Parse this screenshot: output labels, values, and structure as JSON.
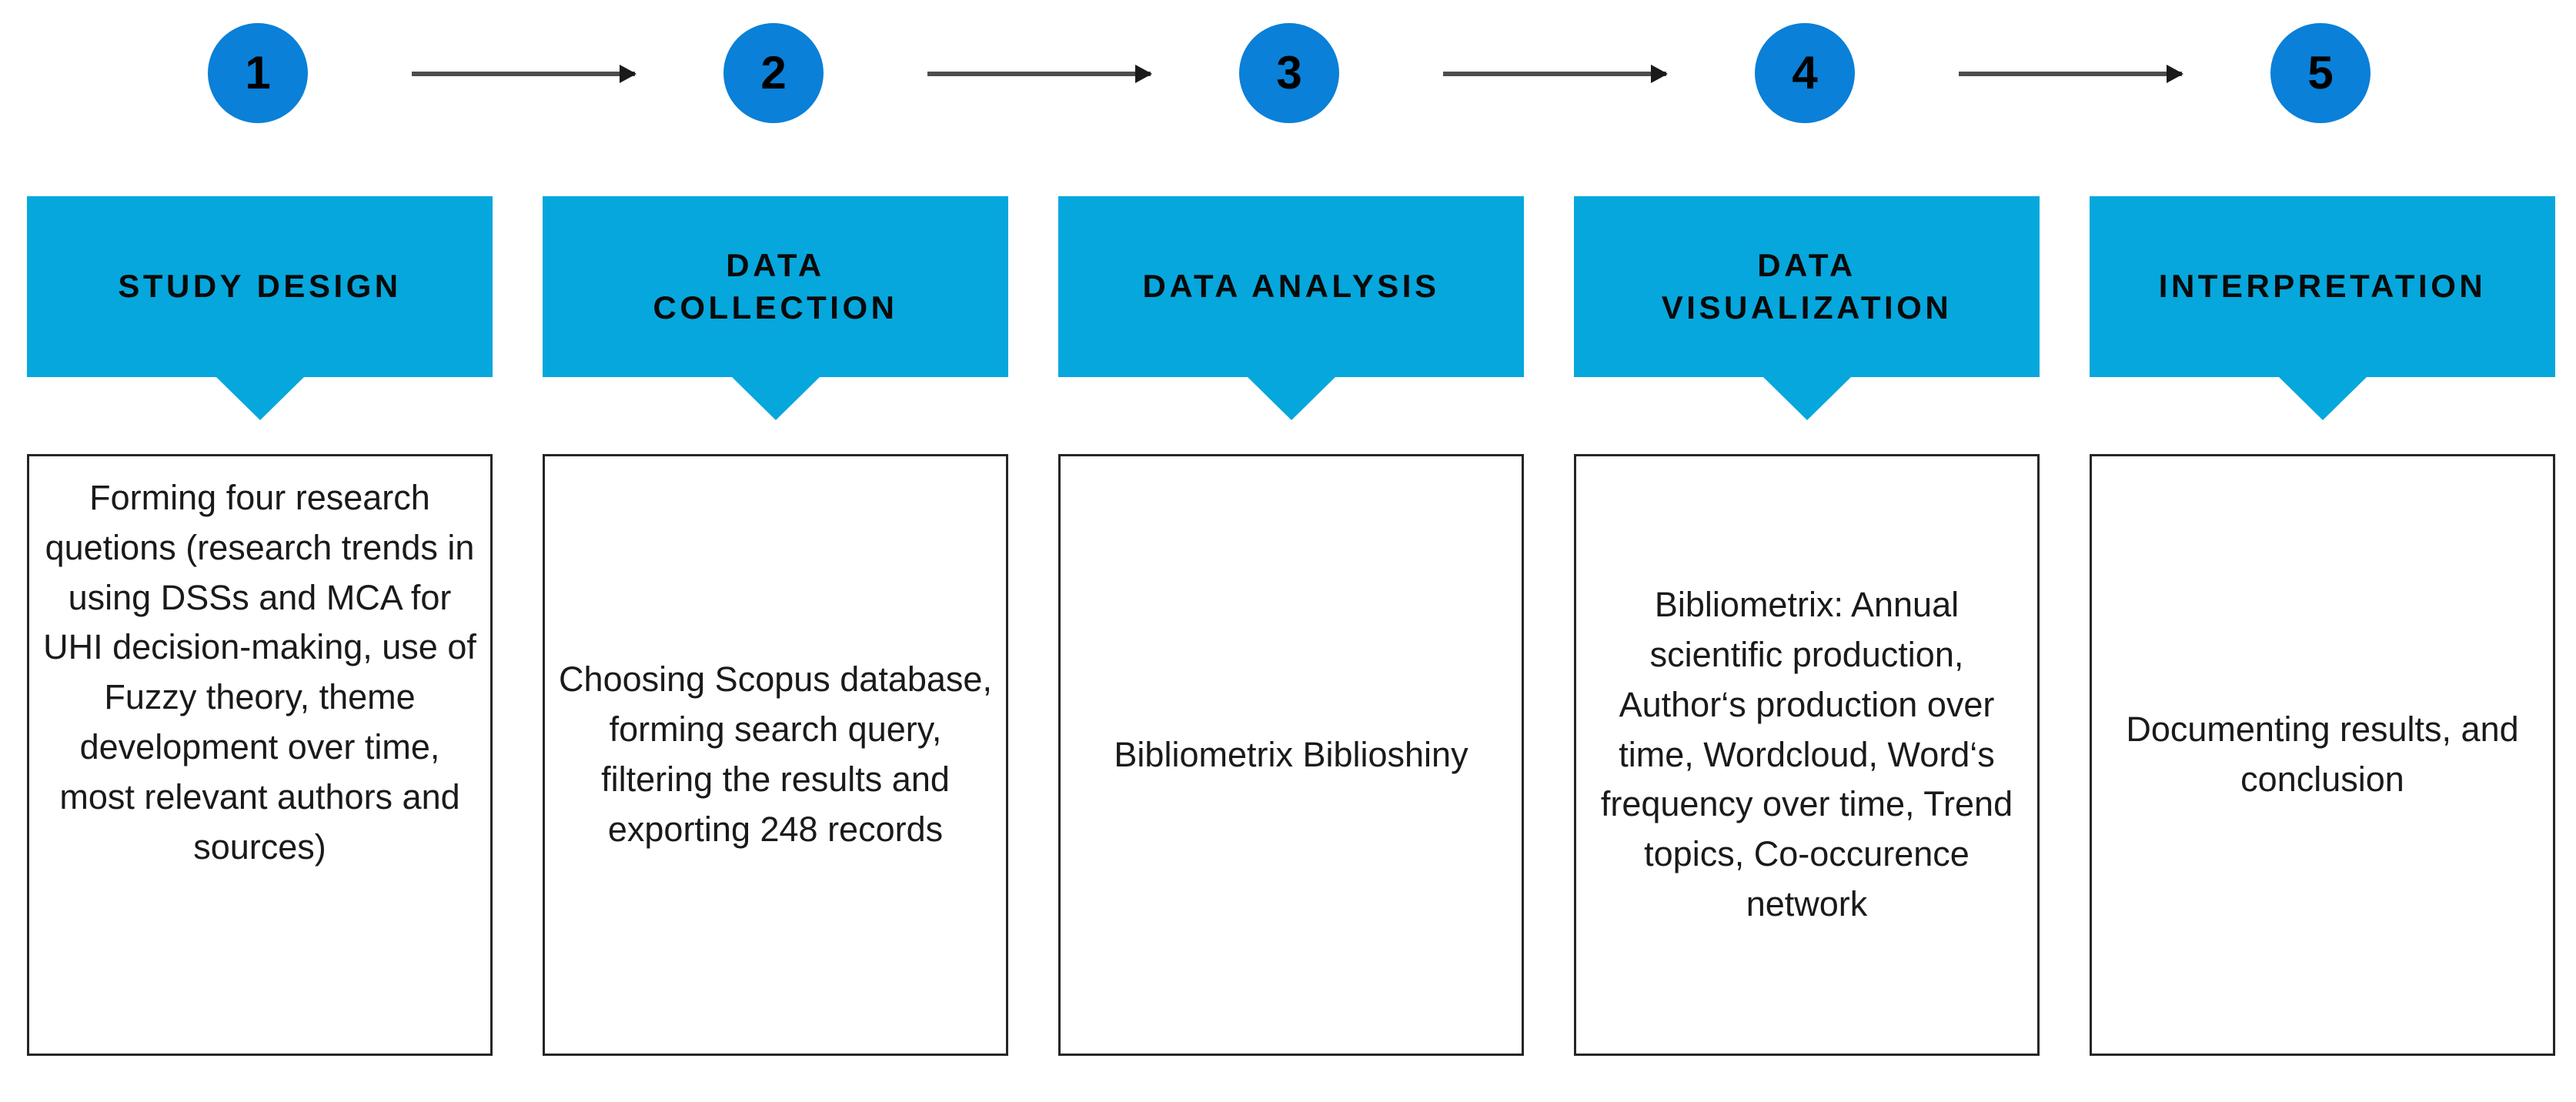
{
  "diagram": {
    "title": "Research methodology process flow",
    "colors": {
      "circle_blue": "#0a80d8",
      "banner_cyan": "#06a7dd",
      "arrow_gray": "#4d4d4d",
      "box_border": "#262626",
      "text_black": "#1a1a1a",
      "background": "#ffffff"
    }
  },
  "steps": [
    {
      "number": "1",
      "banner_label": "STUDY DESIGN",
      "description": "Forming four research quetions (research trends in using DSSs and MCA for UHI decision-making, use of Fuzzy theory, theme development over time,  most relevant authors and sources)"
    },
    {
      "number": "2",
      "banner_label": "DATA\nCOLLECTION",
      "description": "Choosing Scopus database, forming search query, filtering the results and exporting 248 records"
    },
    {
      "number": "3",
      "banner_label": "DATA ANALYSIS",
      "description": "Bibliometrix Biblioshiny"
    },
    {
      "number": "4",
      "banner_label": "DATA\nVISUALIZATION",
      "description": "Bibliometrix: Annual scientific production, Author‘s production over time, Wordcloud, Word‘s frequency over time, Trend topics, Co-occurence network"
    },
    {
      "number": "5",
      "banner_label": "INTERPRETATION",
      "description": "Documenting results, and conclusion"
    }
  ],
  "connectors": [
    {
      "from": "1",
      "to": "2"
    },
    {
      "from": "2",
      "to": "3"
    },
    {
      "from": "3",
      "to": "4"
    },
    {
      "from": "4",
      "to": "5"
    }
  ]
}
